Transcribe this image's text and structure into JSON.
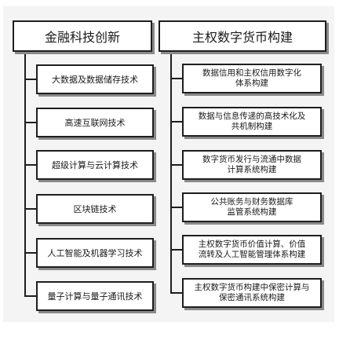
{
  "left": {
    "title": "金融科技创新",
    "items": [
      "大数据及数据储存技术",
      "高速互联网技术",
      "超级计算与云计算技术",
      "区块链技术",
      "人工智能及机器学习技术",
      "量子计算与量子通讯技术"
    ]
  },
  "right": {
    "title": "主权数字货币构建",
    "items": [
      "数据信用和主权信用数字化\n体系构建",
      "数据与信息传递的高技术化及\n共机制构建",
      "数字货币发行与流通中数据\n计算系统构建",
      "公共账务与财务数据库\n监管系统构建",
      "主权数字货币价值计算、价值\n流转及人工智能管理体系构建",
      "主权数字货币构建中保密计算与\n保密通讯系统构建"
    ]
  }
}
